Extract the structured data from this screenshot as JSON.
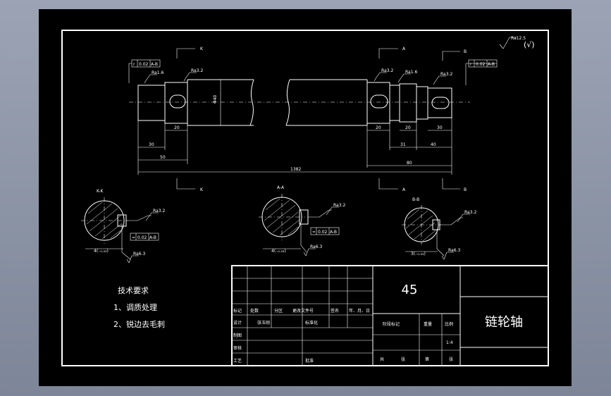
{
  "roughness_corner": {
    "value": "Ra12.5",
    "paren": "(√)"
  },
  "section_marks": {
    "k": "K",
    "a": "A",
    "b": "B"
  },
  "dims": {
    "d30": "30",
    "d50": "50",
    "d20a": "20",
    "d1382": "1382",
    "d20b": "20",
    "d31": "31",
    "d40": "40",
    "d80": "80",
    "d20c": "20",
    "d30b": "30",
    "d90": "Φ40"
  },
  "rough_labels": {
    "left_top": "Ra1.6",
    "left_mid": "Ra3.2",
    "right_1": "Ra3.2",
    "right_2": "Ra1.6",
    "right_3": "Ra3.2",
    "sec_k": "Ra3.2",
    "sec_k_bot": "Ra6.3",
    "sec_a": "Ra3.2",
    "sec_a_bot": "Ra6.3",
    "sec_b": "Ra3.2",
    "sec_b_bot": "Ra6.3"
  },
  "tolerance_frames": {
    "left": [
      "r",
      "0.02",
      "A-B"
    ],
    "right": [
      "r",
      "0.02",
      "A-B"
    ],
    "sec_k": [
      "=",
      "0.02",
      "A-B"
    ],
    "sec_a": [
      "=",
      "0.02",
      "A-B"
    ]
  },
  "section_views": {
    "k": {
      "title": "K-K",
      "dim": "4(₋₀.₀₃)"
    },
    "a": {
      "title": "A-A",
      "dim": "4(₋₀.₀₃)"
    },
    "b": {
      "title": "B-B",
      "dim": "3(₋₀.₀₃)"
    }
  },
  "tech_req": {
    "heading": "技术要求",
    "items": [
      "1、调质处理",
      "2、锐边去毛刺"
    ]
  },
  "title_block": {
    "material": "45",
    "part_name": "链轮轴",
    "rev_row": [
      "标记",
      "处数",
      "分区",
      "更改文件号",
      "签名",
      "年、月、日"
    ],
    "design": "设计",
    "designer": "张玉刚",
    "standardize": "标准化",
    "draw": "制图",
    "check": "审核",
    "process": "工艺",
    "approve": "批准",
    "stage_mark": "阶段标记",
    "weight": "重量",
    "scale_label": "比例",
    "scale": "1:4",
    "sheets": [
      "共",
      "张",
      "第",
      "张"
    ]
  }
}
